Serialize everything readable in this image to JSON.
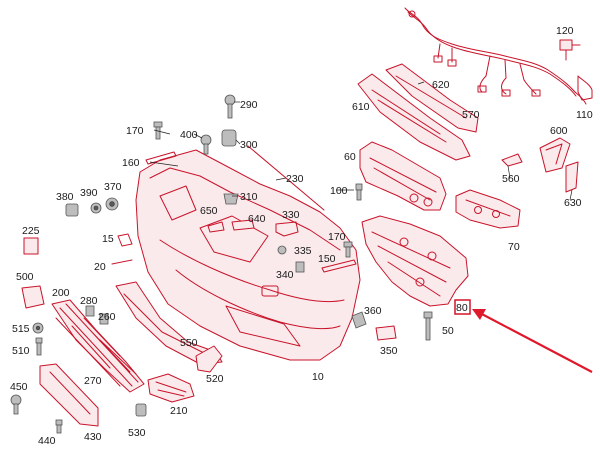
{
  "diagram": {
    "highlight_color": "#e0182c",
    "part_line_color": "#c8142a",
    "highlighted_part": "80",
    "labels": {
      "p120": "120",
      "p110": "110",
      "p620": "620",
      "p610": "610",
      "p570": "570",
      "p600": "600",
      "p560": "560",
      "p630": "630",
      "p60": "60",
      "p100": "100",
      "p70": "70",
      "p290": "290",
      "p170a": "170",
      "p400": "400",
      "p300": "300",
      "p160": "160",
      "p230": "230",
      "p380": "380",
      "p390": "390",
      "p370": "370",
      "p310": "310",
      "p650": "650",
      "p640": "640",
      "p330": "330",
      "p225": "225",
      "p15": "15",
      "p170b": "170",
      "p335": "335",
      "p340": "340",
      "p150": "150",
      "p20": "20",
      "p500": "500",
      "p200": "200",
      "p280": "280",
      "p260": "260",
      "p515": "515",
      "p510": "510",
      "p550": "550",
      "p360": "360",
      "p80": "80",
      "p50": "50",
      "p350": "350",
      "p450": "450",
      "p270": "270",
      "p520": "520",
      "p10": "10",
      "p210": "210",
      "p440": "440",
      "p430": "430",
      "p530": "530"
    }
  }
}
